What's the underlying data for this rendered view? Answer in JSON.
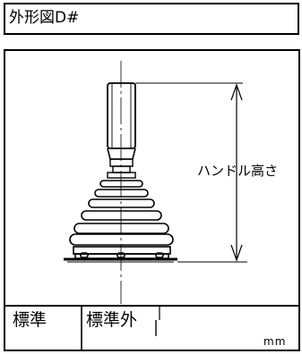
{
  "header": {
    "title": "外形図D#"
  },
  "drawing": {
    "dimension_label": "ハンドル高さ"
  },
  "footer": {
    "standard_label": "標準",
    "nonstandard_label": "標準外",
    "unit": "mm"
  }
}
